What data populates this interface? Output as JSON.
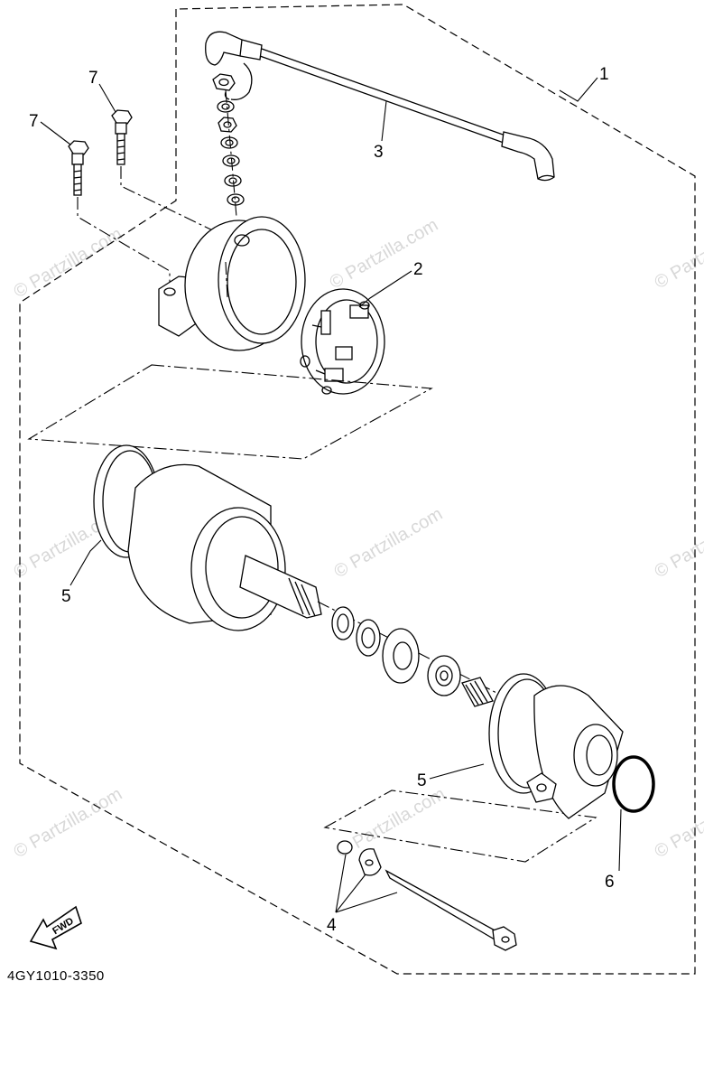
{
  "callouts": {
    "c1": "1",
    "c2": "2",
    "c3": "3",
    "c4": "4",
    "c5a": "5",
    "c5b": "5",
    "c6": "6",
    "c7a": "7",
    "c7b": "7"
  },
  "part_code": "4GY1010-3350",
  "fwd_label": "FWD",
  "watermark": "© Partzilla.com"
}
